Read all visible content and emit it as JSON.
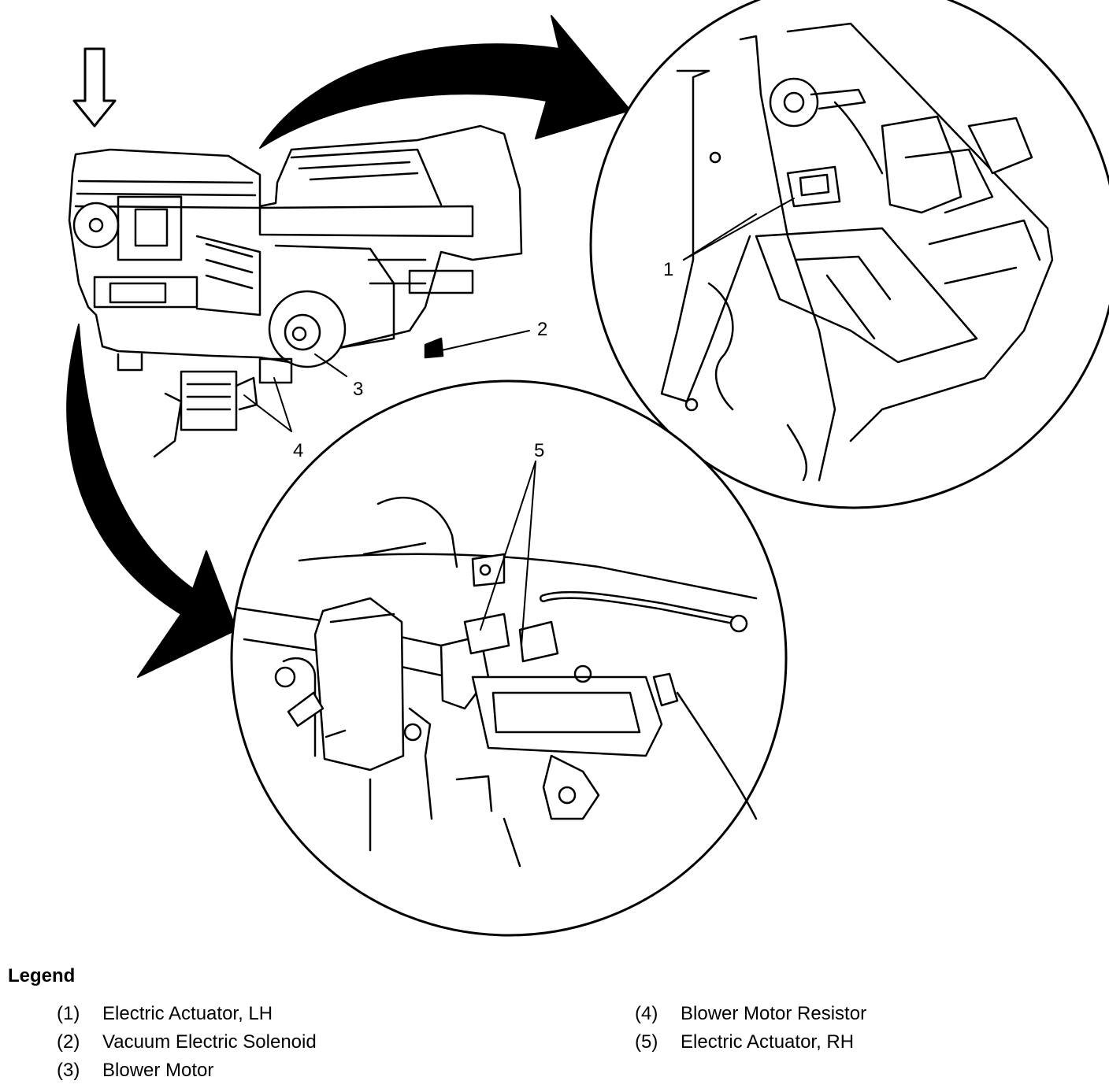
{
  "callouts": {
    "c1": "1",
    "c2": "2",
    "c3": "3",
    "c4": "4",
    "c5": "5"
  },
  "legend": {
    "title": "Legend",
    "items": [
      {
        "num": "(1)",
        "label": "Electric Actuator, LH"
      },
      {
        "num": "(2)",
        "label": "Vacuum Electric Solenoid"
      },
      {
        "num": "(3)",
        "label": "Blower Motor"
      },
      {
        "num": "(4)",
        "label": "Blower Motor Resistor"
      },
      {
        "num": "(5)",
        "label": "Electric Actuator, RH"
      }
    ]
  }
}
